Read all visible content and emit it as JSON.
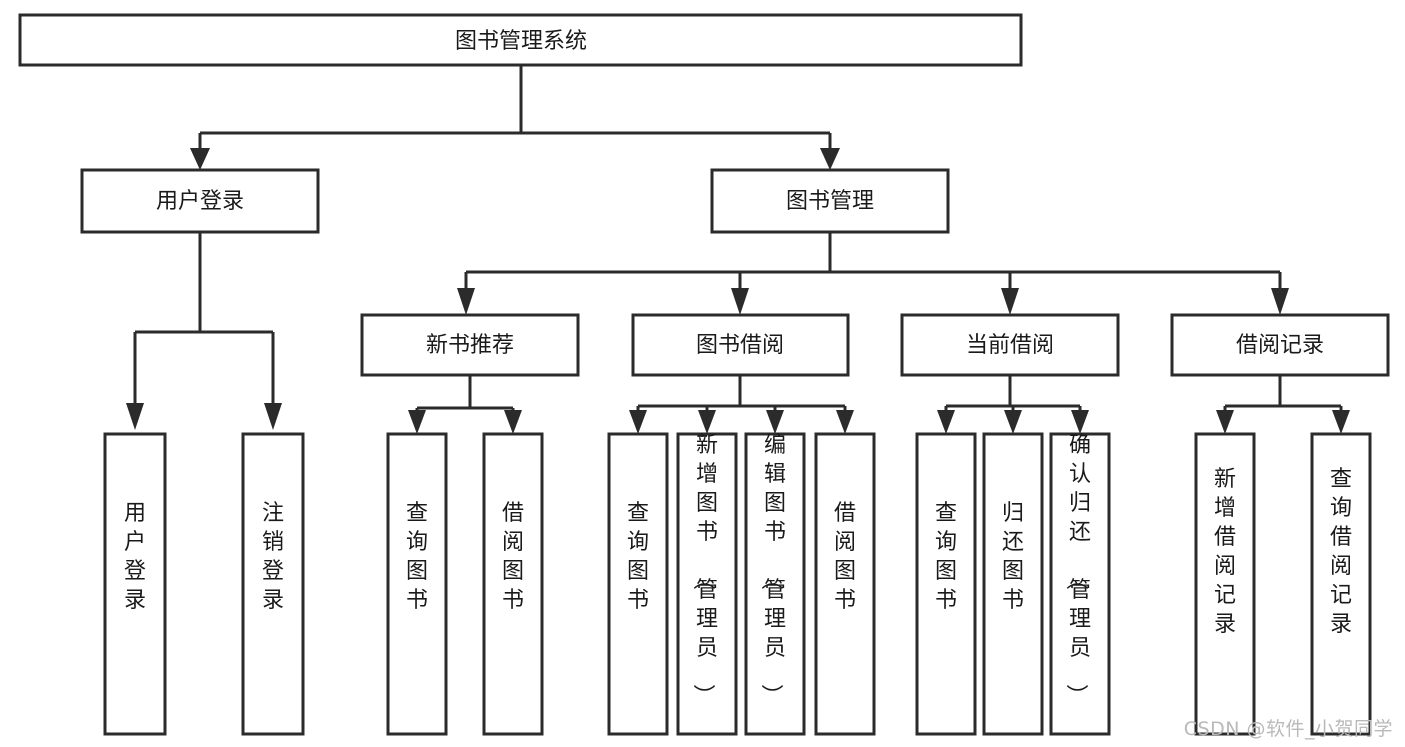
{
  "diagram": {
    "type": "tree",
    "title": "图书管理系统",
    "watermark": "CSDN @软件_小贺同学",
    "colors": {
      "stroke": "#2b2b2b",
      "fill": "#ffffff",
      "text": "#1a1a1a",
      "watermark": "#b9b9b9",
      "background": "#ffffff"
    },
    "levels": {
      "root": {
        "label": "图书管理系统"
      },
      "level2": [
        {
          "label": "用户登录"
        },
        {
          "label": "图书管理"
        }
      ],
      "level3": [
        {
          "label": "新书推荐"
        },
        {
          "label": "图书借阅"
        },
        {
          "label": "当前借阅"
        },
        {
          "label": "借阅记录"
        }
      ],
      "leaves": [
        {
          "label": "用户登录",
          "parent": "用户登录"
        },
        {
          "label": "注销登录",
          "parent": "用户登录"
        },
        {
          "label": "查询图书",
          "parent": "新书推荐"
        },
        {
          "label": "借阅图书",
          "parent": "新书推荐"
        },
        {
          "label": "查询图书",
          "parent": "图书借阅"
        },
        {
          "label": "新增图书（管理员）",
          "parent": "图书借阅"
        },
        {
          "label": "编辑图书（管理员）",
          "parent": "图书借阅"
        },
        {
          "label": "借阅图书",
          "parent": "图书借阅"
        },
        {
          "label": "查询图书",
          "parent": "当前借阅"
        },
        {
          "label": "归还图书",
          "parent": "当前借阅"
        },
        {
          "label": "确认归还（管理员）",
          "parent": "当前借阅"
        },
        {
          "label": "新增借阅记录",
          "parent": "借阅记录"
        },
        {
          "label": "查询借阅记录",
          "parent": "借阅记录"
        }
      ]
    }
  }
}
